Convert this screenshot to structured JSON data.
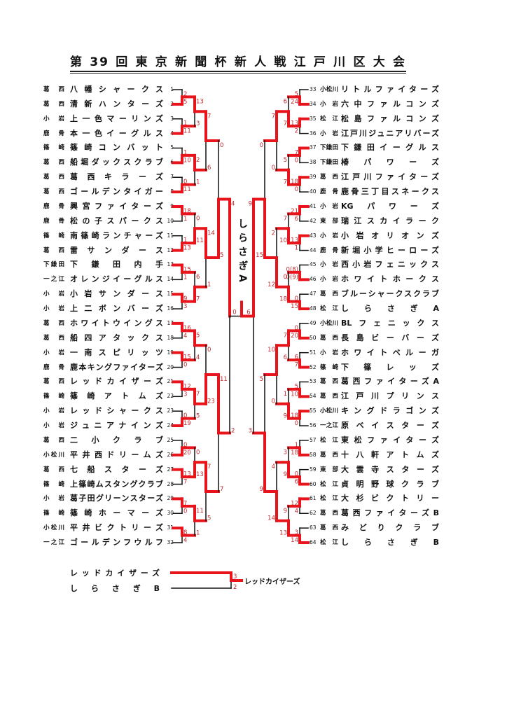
{
  "title": "第39回東京新聞杯新人戦江戸川区大会",
  "teams": [
    {
      "num": "1",
      "area": "葛西",
      "name": "八幡シャークス"
    },
    {
      "num": "2",
      "area": "葛西",
      "name": "清新ハンターズ"
    },
    {
      "num": "3",
      "area": "小岩",
      "name": "上一色マーリンズ"
    },
    {
      "num": "4",
      "area": "鹿骨",
      "name": "本一色イーグルス"
    },
    {
      "num": "5",
      "area": "篠崎",
      "name": "篠崎コンバット"
    },
    {
      "num": "6",
      "area": "葛西",
      "name": "船堀ダックスクラブ"
    },
    {
      "num": "7",
      "area": "葛西",
      "name": "葛西キラーズ"
    },
    {
      "num": "8",
      "area": "葛西",
      "name": "ゴールデンタイガー"
    },
    {
      "num": "9",
      "area": "鹿骨",
      "name": "興宮ファイターズ"
    },
    {
      "num": "10",
      "area": "鹿骨",
      "name": "松の子スパークス"
    },
    {
      "num": "11",
      "area": "篠崎",
      "name": "南篠崎ランチャーズ"
    },
    {
      "num": "12",
      "area": "葛西",
      "name": "雷サンダース"
    },
    {
      "num": "13",
      "area": "下鎌田",
      "name": "下鎌田内手"
    },
    {
      "num": "14",
      "area": "一之江",
      "name": "オレンジイーグルス"
    },
    {
      "num": "15",
      "area": "小岩",
      "name": "小岩サンダース"
    },
    {
      "num": "16",
      "area": "小岩",
      "name": "上二ボンバーズ"
    },
    {
      "num": "17",
      "area": "葛西",
      "name": "ホワイトウイングス"
    },
    {
      "num": "18",
      "area": "葛西",
      "name": "船四アタックス"
    },
    {
      "num": "19",
      "area": "小岩",
      "name": "一南スピリッツ"
    },
    {
      "num": "20",
      "area": "鹿骨",
      "name": "鹿本キングファイターズ"
    },
    {
      "num": "21",
      "area": "葛西",
      "name": "レッドカイザーズ"
    },
    {
      "num": "22",
      "area": "篠崎",
      "name": "篠崎アトムズ"
    },
    {
      "num": "23",
      "area": "小岩",
      "name": "レッドシャークス"
    },
    {
      "num": "24",
      "area": "小岩",
      "name": "ジュニアナインズ"
    },
    {
      "num": "25",
      "area": "葛西",
      "name": "二小クラブ"
    },
    {
      "num": "26",
      "area": "小松川",
      "name": "平井西ドリームズ"
    },
    {
      "num": "27",
      "area": "葛西",
      "name": "七船スターズ"
    },
    {
      "num": "28",
      "area": "篠崎",
      "name": "上篠崎ムスタングクラブ"
    },
    {
      "num": "29",
      "area": "小岩",
      "name": "葛子田グリーンスターズ"
    },
    {
      "num": "30",
      "area": "篠崎",
      "name": "篠崎ホーマーズ"
    },
    {
      "num": "31",
      "area": "小松川",
      "name": "平井ビクトリーズ"
    },
    {
      "num": "32",
      "area": "一之江",
      "name": "ゴールデンフウルフ"
    },
    {
      "num": "33",
      "area": "小松川",
      "name": "リトルファイターズ"
    },
    {
      "num": "34",
      "area": "小岩",
      "name": "六中ファルコンズ"
    },
    {
      "num": "35",
      "area": "松江",
      "name": "松島ファルコンズ"
    },
    {
      "num": "36",
      "area": "小岩",
      "name": "江戸川ジュニアリバーズ"
    },
    {
      "num": "37",
      "area": "下鎌田",
      "name": "下鎌田イーグルス"
    },
    {
      "num": "38",
      "area": "下鎌田",
      "name": "椿パワーズ"
    },
    {
      "num": "39",
      "area": "葛西",
      "name": "江戸川ファイターズ"
    },
    {
      "num": "40",
      "area": "鹿骨",
      "name": "鹿骨三丁目スネークス"
    },
    {
      "num": "41",
      "area": "小岩",
      "name": "KGパワーズ"
    },
    {
      "num": "42",
      "area": "東部",
      "name": "瑞江スカイラーク"
    },
    {
      "num": "43",
      "area": "小岩",
      "name": "小岩オリオンズ"
    },
    {
      "num": "44",
      "area": "鹿骨",
      "name": "新堀小学ヒーローズ"
    },
    {
      "num": "45",
      "area": "小岩",
      "name": "西小岩フェニックス"
    },
    {
      "num": "46",
      "area": "小岩",
      "name": "ホワイトホークス"
    },
    {
      "num": "47",
      "area": "葛西",
      "name": "ブルーシャークスクラブ"
    },
    {
      "num": "48",
      "area": "松江",
      "name": "しらさぎA"
    },
    {
      "num": "49",
      "area": "小松川",
      "name": "BLフェニックス"
    },
    {
      "num": "50",
      "area": "葛西",
      "name": "長島ビーバーズ"
    },
    {
      "num": "51",
      "area": "小岩",
      "name": "ホワイトベルーガ"
    },
    {
      "num": "52",
      "area": "篠崎",
      "name": "下篠レッズ"
    },
    {
      "num": "53",
      "area": "葛西",
      "name": "葛西ファイターズA"
    },
    {
      "num": "54",
      "area": "葛西",
      "name": "江戸川プリンス"
    },
    {
      "num": "55",
      "area": "小松川",
      "name": "キングドラゴンズ"
    },
    {
      "num": "56",
      "area": "一之江",
      "name": "原ベイスターズ"
    },
    {
      "num": "57",
      "area": "松江",
      "name": "東松ファイターズ"
    },
    {
      "num": "58",
      "area": "葛西",
      "name": "十八軒アトムズ"
    },
    {
      "num": "59",
      "area": "東部",
      "name": "大雲寺スターズ"
    },
    {
      "num": "60",
      "area": "松江",
      "name": "貞明野球クラブ"
    },
    {
      "num": "61",
      "area": "松江",
      "name": "大杉ビクトリー"
    },
    {
      "num": "62",
      "area": "葛西",
      "name": "葛西ファイターズB"
    },
    {
      "num": "63",
      "area": "葛西",
      "name": "みどりクラブ"
    },
    {
      "num": "64",
      "area": "松江",
      "name": "しらさぎB"
    }
  ],
  "bracket": {
    "left": [
      [
        [
          2,
          5,
          "b"
        ],
        [
          1,
          11,
          "b"
        ],
        [
          1,
          10,
          "b"
        ],
        [
          0,
          11,
          "b"
        ],
        [
          18,
          1,
          "t"
        ],
        [
          1,
          13,
          "b"
        ],
        [
          15,
          1,
          "t"
        ],
        [
          9,
          3,
          "t"
        ],
        [
          16,
          4,
          "t"
        ],
        [
          15,
          0,
          "t"
        ],
        [
          12,
          3,
          "t"
        ],
        [
          0,
          19,
          "b"
        ],
        [
          0,
          20,
          "b"
        ],
        [
          13,
          7,
          "t"
        ],
        [
          7,
          0,
          "t"
        ],
        [
          8,
          4,
          "t"
        ]
      ],
      [
        [
          13,
          3,
          "t"
        ],
        [
          2,
          1,
          "t"
        ],
        [
          0,
          11,
          "b"
        ],
        [
          6,
          7,
          "b"
        ],
        [
          5,
          4,
          "t"
        ],
        [
          7,
          5,
          "t"
        ],
        [
          0,
          13,
          "b"
        ],
        [
          11,
          1,
          "t"
        ]
      ],
      [
        [
          7,
          6,
          "t"
        ],
        [
          14,
          1,
          "t"
        ],
        [
          0,
          23,
          "b"
        ],
        [
          7,
          5,
          "t"
        ]
      ],
      [
        [
          0,
          5,
          "b"
        ],
        [
          11,
          7,
          "t"
        ]
      ],
      [
        [
          4,
          2,
          "t"
        ]
      ]
    ],
    "right": [
      [
        [
          5,
          24,
          "b"
        ],
        [
          13,
          2,
          "t"
        ],
        [
          7,
          0,
          "t"
        ],
        [
          18,
          0,
          "t"
        ],
        [
          21,
          6,
          "t"
        ],
        [
          13,
          1,
          "t"
        ],
        [
          "0(8)",
          "0(9)",
          "b"
        ],
        [
          0,
          15,
          "b"
        ],
        [
          0,
          20,
          "b"
        ],
        [
          6,
          7,
          "b"
        ],
        [
          5,
          10,
          "b"
        ],
        [
          18,
          0,
          "t"
        ],
        [
          1,
          18,
          "b"
        ],
        [
          0,
          6,
          "b"
        ],
        [
          12,
          4,
          "t"
        ],
        [
          3,
          14,
          "b"
        ]
      ],
      [
        [
          6,
          7,
          "b"
        ],
        [
          5,
          7,
          "b"
        ],
        [
          7,
          10,
          "b"
        ],
        [
          0,
          18,
          "b"
        ],
        [
          7,
          6,
          "t"
        ],
        [
          1,
          9,
          "b"
        ],
        [
          3,
          9,
          "b"
        ],
        [
          9,
          13,
          "b"
        ]
      ],
      [
        [
          7,
          0,
          "t"
        ],
        [
          2,
          12,
          "b"
        ],
        [
          10,
          0,
          "t"
        ],
        [
          4,
          14,
          "b"
        ]
      ],
      [
        [
          0,
          15,
          "b"
        ],
        [
          5,
          9,
          "b"
        ]
      ],
      [
        [
          9,
          3,
          "t"
        ]
      ]
    ],
    "final": {
      "left_score": 0,
      "right_score": 6,
      "winner": "right",
      "champion": "しらさぎA"
    }
  },
  "extra_match": {
    "top_team": "レッドカイザーズ",
    "bottom_team": "しらさぎB",
    "top_score": 3,
    "bottom_score": 2,
    "winner": "レッドカイザーズ"
  },
  "colors": {
    "win": "#e8141b",
    "line": "#111111",
    "score": "#c0282e"
  }
}
